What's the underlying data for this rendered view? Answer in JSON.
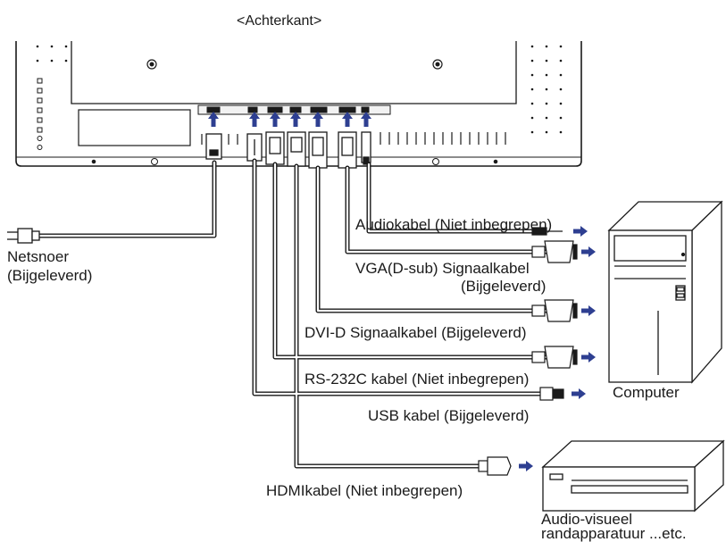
{
  "title": "<Achterkant>",
  "labels": {
    "power_cord": [
      "Netsnoer",
      "(Bijgeleverd)"
    ],
    "audio": "Audiokabel (Niet inbegrepen)",
    "vga": [
      "VGA(D-sub) Signaalkabel",
      "(Bijgeleverd)"
    ],
    "dvi": "DVI-D Signaalkabel (Bijgeleverd)",
    "rs232": "RS-232C kabel (Niet inbegrepen)",
    "usb": "USB kabel (Bijgeleverd)",
    "hdmi": "HDMIkabel (Niet inbegrepen)",
    "computer": "Computer",
    "av_device": [
      "Audio-visueel",
      "randapparatuur ...etc."
    ]
  },
  "colors": {
    "line": "#1a1a1a",
    "arrow": "#2e3f91",
    "panel": "#ffffff"
  }
}
